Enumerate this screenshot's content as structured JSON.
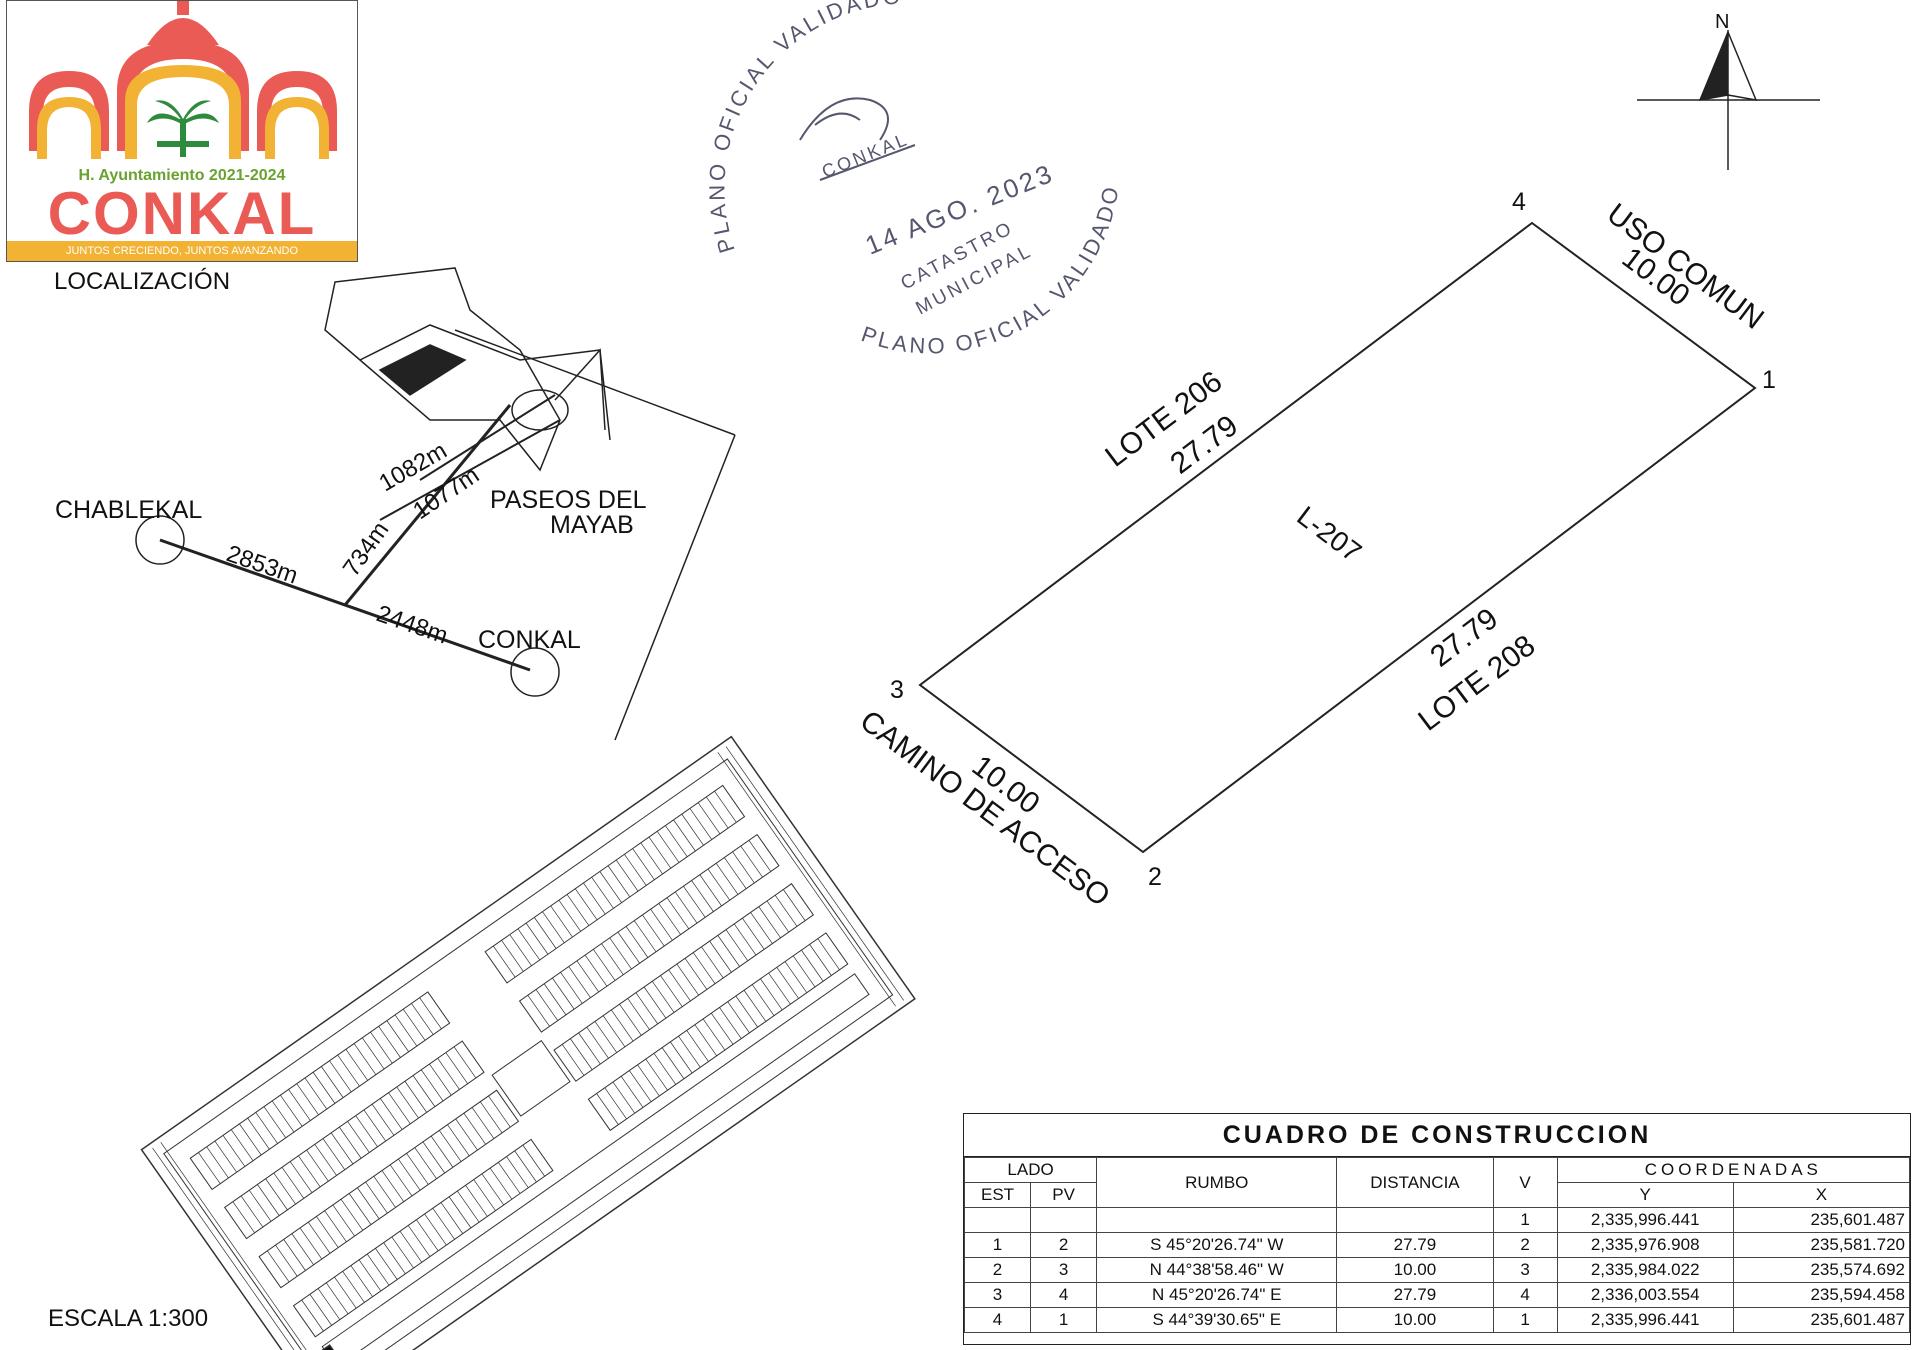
{
  "logo": {
    "ayuntamiento": "H. Ayuntamiento 2021-2024",
    "brand": "CONKAL",
    "slogan": "JUNTOS CRECIENDO, JUNTOS AVANZANDO",
    "colors": {
      "red": "#ea5b55",
      "yellow": "#f2b233",
      "green": "#6aa22f"
    }
  },
  "location": {
    "title": "LOCALIZACIÓN",
    "places": {
      "chablekal": "CHABLEKAL",
      "paseos_1": "PASEOS DEL",
      "paseos_2": "MAYAB",
      "conkal": "CONKAL"
    },
    "distances": {
      "d2853": "2853m",
      "d734": "734m",
      "d1082": "1082m",
      "d1077": "1077m",
      "d2448": "2448m"
    }
  },
  "stamp": {
    "outer": "PLANO OFICIAL VALIDADO",
    "logo_text": "CONKAL",
    "date": "14 AGO. 2023",
    "line1": "CATASTRO",
    "line2": "MUNICIPAL",
    "bottom": "PLANO OFICIAL VALIDADO",
    "color": "#55576e"
  },
  "north": "N",
  "lot": {
    "id": "L-207",
    "vertices": {
      "v1": "1",
      "v2": "2",
      "v3": "3",
      "v4": "4"
    },
    "neighbors": {
      "top_name": "LOTE 206",
      "top_len": "27.79",
      "right_name": "USO COMUN",
      "right_len": "10.00",
      "bottom_len": "27.79",
      "bottom_name": "LOTE 208",
      "left_len": "10.00",
      "left_name": "CAMINO DE ACCESO"
    }
  },
  "scale": "ESCALA 1:300",
  "table": {
    "title": "CUADRO DE CONSTRUCCION",
    "headers": {
      "lado": "LADO",
      "est": "EST",
      "pv": "PV",
      "rumbo": "RUMBO",
      "distancia": "DISTANCIA",
      "v": "V",
      "coordenadas": "COORDENADAS",
      "y": "Y",
      "x": "X"
    },
    "first": {
      "v": "1",
      "y": "2,335,996.441",
      "x": "235,601.487"
    },
    "rows": [
      {
        "est": "1",
        "pv": "2",
        "rumbo": "S 45°20'26.74\" W",
        "dist": "27.79",
        "v": "2",
        "y": "2,335,976.908",
        "x": "235,581.720"
      },
      {
        "est": "2",
        "pv": "3",
        "rumbo": "N 44°38'58.46\" W",
        "dist": "10.00",
        "v": "3",
        "y": "2,335,984.022",
        "x": "235,574.692"
      },
      {
        "est": "3",
        "pv": "4",
        "rumbo": "N 45°20'26.74\" E",
        "dist": "27.79",
        "v": "4",
        "y": "2,336,003.554",
        "x": "235,594.458"
      },
      {
        "est": "4",
        "pv": "1",
        "rumbo": "S 44°39'30.65\" E",
        "dist": "10.00",
        "v": "1",
        "y": "2,335,996.441",
        "x": "235,601.487"
      }
    ]
  }
}
